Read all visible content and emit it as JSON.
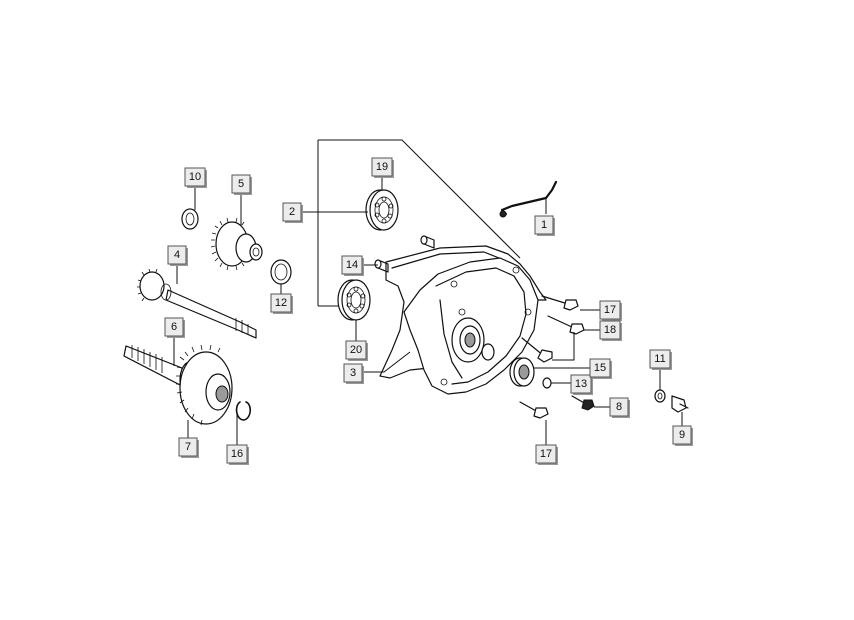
{
  "callouts": [
    {
      "id": "1",
      "label": "1"
    },
    {
      "id": "2",
      "label": "2"
    },
    {
      "id": "3",
      "label": "3"
    },
    {
      "id": "4",
      "label": "4"
    },
    {
      "id": "5",
      "label": "5"
    },
    {
      "id": "6",
      "label": "6"
    },
    {
      "id": "7",
      "label": "7"
    },
    {
      "id": "8",
      "label": "8"
    },
    {
      "id": "9",
      "label": "9"
    },
    {
      "id": "10",
      "label": "10"
    },
    {
      "id": "11",
      "label": "11"
    },
    {
      "id": "12",
      "label": "12"
    },
    {
      "id": "13",
      "label": "13"
    },
    {
      "id": "14",
      "label": "14"
    },
    {
      "id": "15",
      "label": "15"
    },
    {
      "id": "16",
      "label": "16"
    },
    {
      "id": "17a",
      "label": "17"
    },
    {
      "id": "17b",
      "label": "17"
    },
    {
      "id": "18",
      "label": "18"
    },
    {
      "id": "19",
      "label": "19"
    },
    {
      "id": "20",
      "label": "20"
    }
  ]
}
